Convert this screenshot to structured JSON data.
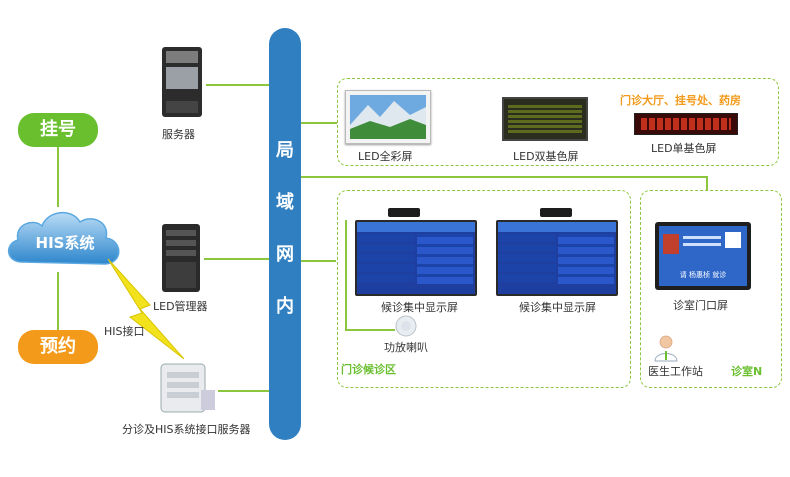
{
  "nodes": {
    "register": "挂号",
    "appointment": "预约",
    "his_system": "HIS系统",
    "his_interface": "HIS接口",
    "server": "服务器",
    "led_manager": "LED管理器",
    "triage_server": "分诊及HIS系统接口服务器",
    "lan": [
      "局",
      "域",
      "网",
      "内"
    ],
    "led_full_color": "LED全彩屏",
    "led_dual_color": "LED双基色屏",
    "led_single_color": "LED单基色屏",
    "outpatient_hall": "门诊大厅、挂号处、药房",
    "waiting_screen_1": "候诊集中显示屏",
    "waiting_screen_2": "候诊集中显示屏",
    "amplifier_speaker": "功放喇叭",
    "waiting_area": "门诊候诊区",
    "clinic_door_screen": "诊室门口屏",
    "doctor_workstation": "医生工作站",
    "clinic_n": "诊室N",
    "door_screen_text": "请 杨惠桢 就诊"
  },
  "colors": {
    "accent_green": "#6abf2f",
    "accent_orange": "#f39a1b",
    "bus_blue": "#2f7fc1"
  }
}
